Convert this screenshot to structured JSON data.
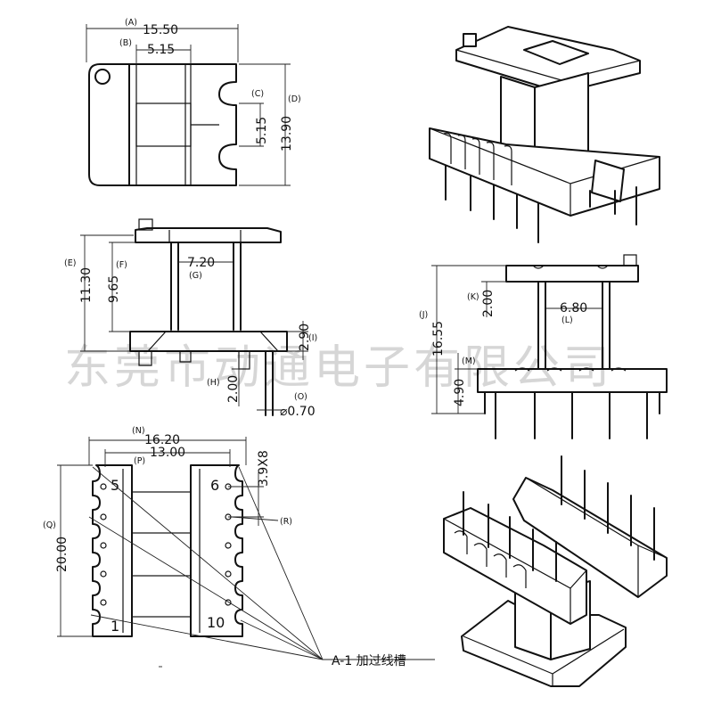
{
  "dims": {
    "A": {
      "label": "(A)",
      "value": "15.50"
    },
    "B": {
      "label": "(B)",
      "value": "5.15"
    },
    "C": {
      "label": "(C)",
      "value": "5.15"
    },
    "D": {
      "label": "(D)",
      "value": "13.90"
    },
    "E": {
      "label": "(E)",
      "value": "11.30"
    },
    "F": {
      "label": "(F)",
      "value": "9.65"
    },
    "G": {
      "label": "(G)",
      "value": "7.20"
    },
    "H": {
      "label": "(H)",
      "value": "2.00"
    },
    "I": {
      "label": "(I)",
      "value": "2.90"
    },
    "O": {
      "label": "(O)",
      "value": "⌀0.70"
    },
    "J": {
      "label": "(J)",
      "value": "16.55"
    },
    "K": {
      "label": "(K)",
      "value": "2.00"
    },
    "L": {
      "label": "(L)",
      "value": "6.80"
    },
    "M": {
      "label": "(M)",
      "value": "4.90"
    },
    "N": {
      "label": "(N)",
      "value": "16.20"
    },
    "P": {
      "label": "(P)",
      "value": "13.00"
    },
    "Q": {
      "label": "(Q)",
      "value": "20.00"
    },
    "R": {
      "label": "(R)",
      "value": "3.9X8"
    }
  },
  "pins": {
    "p5": "5",
    "p1": "1",
    "p6": "6",
    "p10": "10"
  },
  "callout": "A-1  加过线槽",
  "watermark": "东莞市动通电子有限公司"
}
